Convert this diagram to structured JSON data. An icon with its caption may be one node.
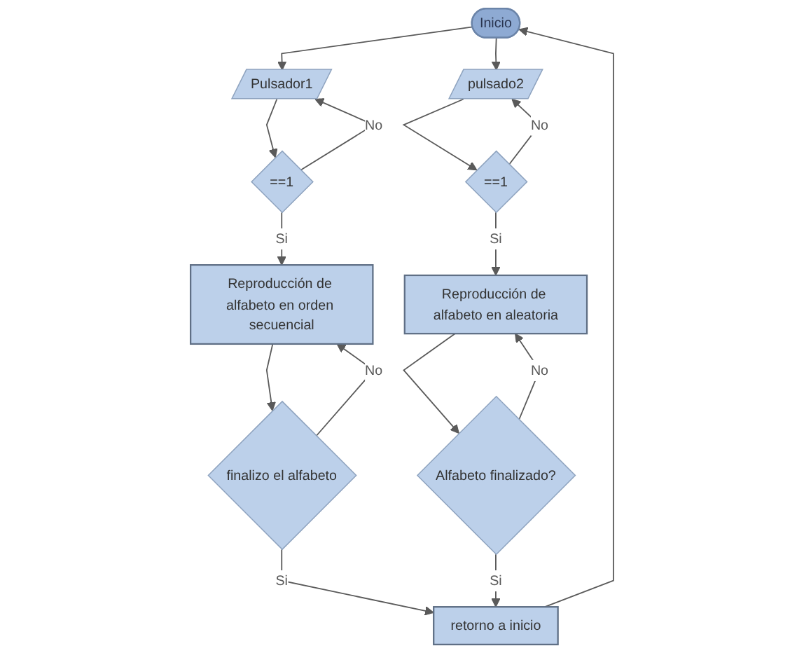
{
  "diagram": {
    "nodes": [
      {
        "text": [
          "Inicio"
        ]
      },
      {
        "text": [
          "Pulsador1"
        ]
      },
      {
        "text": [
          "==1"
        ]
      },
      {
        "text": [
          "Reproducción de alfabeto en orden secuencial"
        ]
      },
      {
        "text": [
          "finalizo el alfabeto"
        ]
      },
      {
        "text": [
          "retorno a inicio"
        ]
      },
      {
        "text": [
          "pulsado2"
        ]
      },
      {
        "text": [
          "==1"
        ]
      },
      {
        "text": [
          "Reproducción de alfabeto en aleatoria"
        ]
      },
      {
        "text": [
          "Alfabeto finalizado?"
        ]
      }
    ],
    "edges": [
      {
        "from": 0,
        "to": 1,
        "arrow": "to"
      },
      {
        "from": 1,
        "to": 2,
        "arrow": "to"
      },
      {
        "from": 2,
        "to": 1,
        "label": "No",
        "arrow": "to"
      },
      {
        "from": 2,
        "to": 3,
        "label": "Si",
        "arrow": "to"
      },
      {
        "from": 3,
        "to": 4,
        "arrow": "to"
      },
      {
        "from": 4,
        "to": 5,
        "label": "Si",
        "arrow": "to"
      },
      {
        "from": 4,
        "to": 3,
        "label": "No",
        "arrow": "to"
      },
      {
        "from": 5,
        "to": 0,
        "arrow": "to"
      },
      {
        "from": 0,
        "to": 6,
        "arrow": "to"
      },
      {
        "from": 6,
        "to": 7,
        "arrow": "to"
      },
      {
        "from": 7,
        "to": 6,
        "label": "No",
        "arrow": "to"
      },
      {
        "from": 7,
        "to": 8,
        "label": "Si",
        "arrow": "to"
      },
      {
        "from": 8,
        "to": 9,
        "arrow": "to"
      },
      {
        "from": 9,
        "to": 8,
        "label": "No",
        "arrow": "to"
      },
      {
        "from": 9,
        "to": 5,
        "label": "Si",
        "arrow": "to"
      }
    ]
  }
}
